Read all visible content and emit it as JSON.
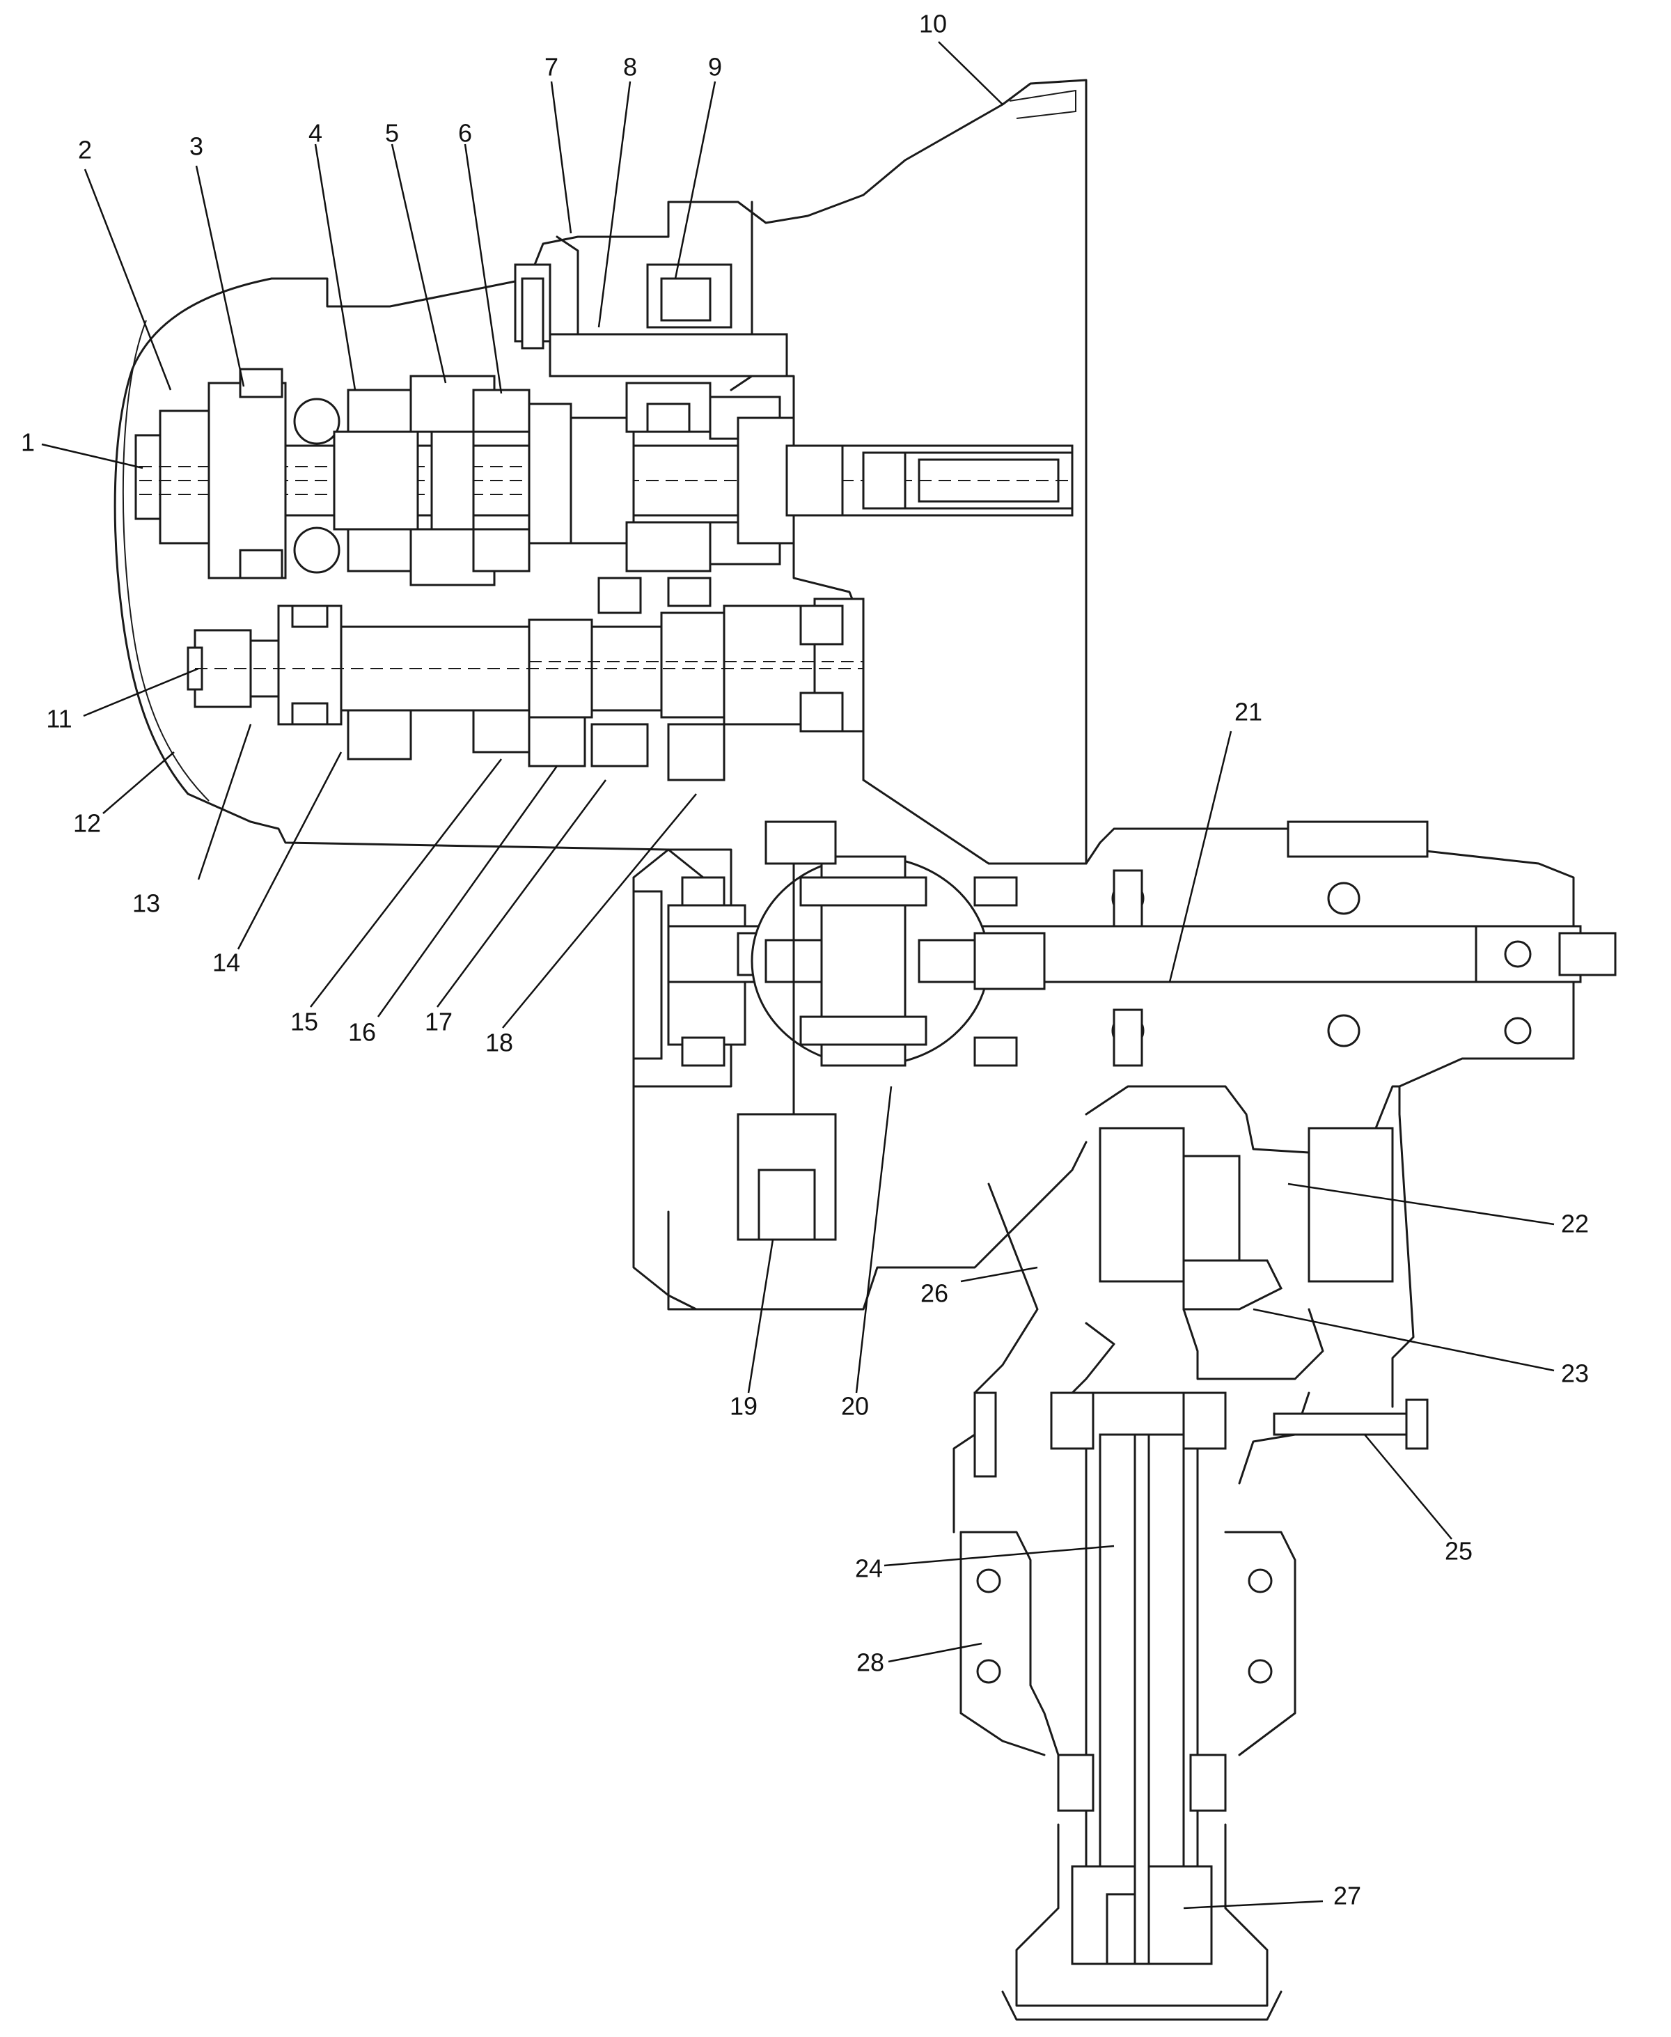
{
  "diagram": {
    "callouts": [
      {
        "id": "1",
        "label": "1"
      },
      {
        "id": "2",
        "label": "2"
      },
      {
        "id": "3",
        "label": "3"
      },
      {
        "id": "4",
        "label": "4"
      },
      {
        "id": "5",
        "label": "5"
      },
      {
        "id": "6",
        "label": "6"
      },
      {
        "id": "7",
        "label": "7"
      },
      {
        "id": "8",
        "label": "8"
      },
      {
        "id": "9",
        "label": "9"
      },
      {
        "id": "10",
        "label": "10"
      },
      {
        "id": "11",
        "label": "11"
      },
      {
        "id": "12",
        "label": "12"
      },
      {
        "id": "13",
        "label": "13"
      },
      {
        "id": "14",
        "label": "14"
      },
      {
        "id": "15",
        "label": "15"
      },
      {
        "id": "16",
        "label": "16"
      },
      {
        "id": "17",
        "label": "17"
      },
      {
        "id": "18",
        "label": "18"
      },
      {
        "id": "19",
        "label": "19"
      },
      {
        "id": "20",
        "label": "20"
      },
      {
        "id": "21",
        "label": "21"
      },
      {
        "id": "22",
        "label": "22"
      },
      {
        "id": "23",
        "label": "23"
      },
      {
        "id": "24",
        "label": "24"
      },
      {
        "id": "25",
        "label": "25"
      },
      {
        "id": "26",
        "label": "26"
      },
      {
        "id": "27",
        "label": "27"
      },
      {
        "id": "28",
        "label": "28"
      }
    ]
  }
}
